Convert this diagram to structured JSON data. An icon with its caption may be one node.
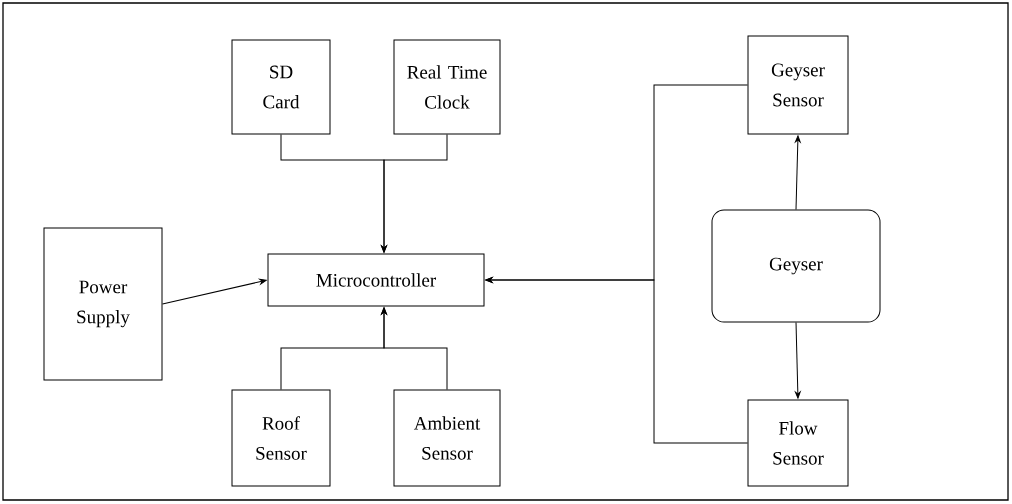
{
  "diagram": {
    "nodes": [
      {
        "text": [
          "SD Card"
        ]
      },
      {
        "text": [
          "Real Time Clock"
        ]
      },
      {
        "text": [
          "Power Supply"
        ]
      },
      {
        "text": [
          "Microcontroller"
        ]
      },
      {
        "text": [
          "Roof Sensor"
        ]
      },
      {
        "text": [
          "Ambient Sensor"
        ]
      },
      {
        "text": [
          "Geyser Sensor"
        ]
      },
      {
        "text": [
          "Geyser"
        ]
      },
      {
        "text": [
          "Flow Sensor"
        ]
      }
    ],
    "edges": [
      {
        "from": 0,
        "to": 3,
        "arrow": "to"
      },
      {
        "from": 1,
        "to": 3,
        "arrow": "to"
      },
      {
        "from": 2,
        "to": 3,
        "arrow": "to"
      },
      {
        "from": 4,
        "to": 3,
        "arrow": "to"
      },
      {
        "from": 5,
        "to": 3,
        "arrow": "to"
      },
      {
        "from": 6,
        "to": 3,
        "arrow": "to"
      },
      {
        "from": 8,
        "to": 3,
        "arrow": "to"
      },
      {
        "from": 7,
        "to": 6,
        "arrow": "to"
      },
      {
        "from": 7,
        "to": 8,
        "arrow": "to"
      }
    ]
  }
}
